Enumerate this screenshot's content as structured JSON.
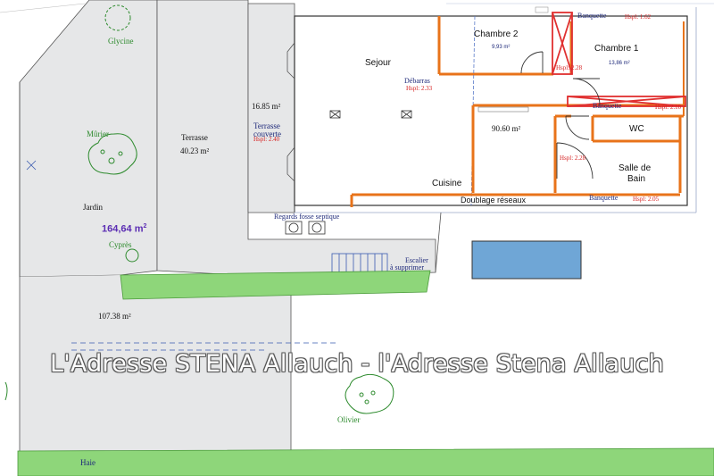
{
  "title": "",
  "zones": {
    "jardin": "Jardin",
    "jardin_area_value": "164,64 m",
    "jardin_area_sup": "2",
    "lower_area": "107.38 m²",
    "terrasse": "Terrasse",
    "terrasse_area": "40.23 m²",
    "terrasse_couverte_area": "16.85 m²",
    "terrasse_couverte_line1": "Terrasse",
    "terrasse_couverte_line2": "couverte",
    "terrasse_couverte_hspl": "Hspl: 2.40",
    "regards": "Regards fosse septique",
    "escalier_line1": "Escalier",
    "escalier_line2": "à supprimer",
    "haie": "Haie"
  },
  "plants": {
    "glycine": "Glycine",
    "murier": "Mûrier",
    "cypres": "Cyprès",
    "olivier": "Olivier"
  },
  "rooms": {
    "sejour": "Sejour",
    "debarras": "Débarras",
    "debarras_hspl": "Hspl: 2.33",
    "chambre2": "Chambre 2",
    "chambre2_area": "9,93 m²",
    "chambre1": "Chambre 1",
    "chambre1_area": "13,86 m²",
    "banquette_top": "Banquette",
    "banquette_top_hspl": "Hspl: 1.62",
    "hspl_mid": "Hspl: 2.28",
    "banquette_mid": "Banquette",
    "banquette_mid_hspl": "Hspl: 2.10",
    "main_area": "90.60 m²",
    "wc": "WC",
    "hspl_bath": "Hspl: 2.28",
    "salle_line1": "Salle de",
    "salle_line2": "Bain",
    "cuisine": "Cuisine",
    "doublage": "Doublage réseaux",
    "banquette_bottom": "Banquette",
    "banquette_bottom_hspl": "Hspl: 2.05"
  },
  "watermark": "L'Adresse STENA Allauch - l'Adresse Stena Allauch",
  "colors": {
    "wall_orange": "#e8731a",
    "wall_red": "#e03030",
    "lawn_green": "#8ed67a",
    "pool_blue": "#6fa6d6",
    "zone_gray": "#e6e7e8",
    "line_dark": "#444444",
    "plan_blue": "#3a5bb0"
  }
}
